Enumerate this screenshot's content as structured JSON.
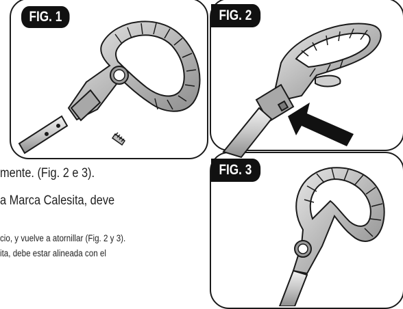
{
  "figures": {
    "fig1": "FIG. 1",
    "fig2": "FIG. 2",
    "fig3": "FIG. 3"
  },
  "text": {
    "line1": "mente. (Fig. 2 e 3).",
    "line2": "a Marca Calesita, deve",
    "line3": "cio, y vuelve a atornillar (Fig. 2 y 3).",
    "line4": "ita, debe estar alineada con el"
  },
  "colors": {
    "ink": "#1a1a1a",
    "metal": "#bdbdbd",
    "metal_dark": "#7a7a7a",
    "label_bg": "#111111"
  }
}
